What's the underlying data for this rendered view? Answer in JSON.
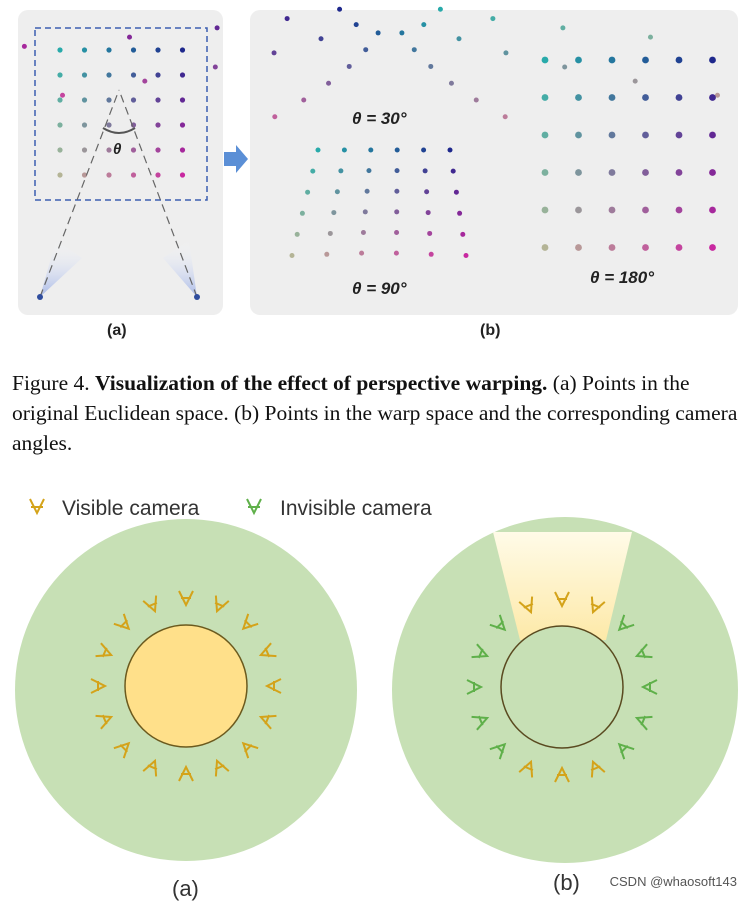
{
  "figure4": {
    "panel_a_label": "(a)",
    "panel_b_label": "(b)",
    "theta_symbol": "θ",
    "angle_labels": [
      "θ = 30°",
      "θ = 90°",
      "θ = 180°"
    ]
  },
  "caption": {
    "prefix": "Figure 4.",
    "bold_title": "Visualization of the effect of perspective warping.",
    "body": "(a) Points in the original Euclidean space. (b) Points in the warp space and the corresponding camera angles."
  },
  "figure2": {
    "legend_visible": "Visible camera",
    "legend_invisible": "Invisible camera",
    "label_a": "(a)",
    "label_b": "(b)",
    "colors": {
      "visible": "#d4a31a",
      "invisible": "#5fb04a",
      "outer": "#c7e0b5",
      "inner": "#ffe08a"
    }
  },
  "watermark": "CSDN @whaosoft143"
}
